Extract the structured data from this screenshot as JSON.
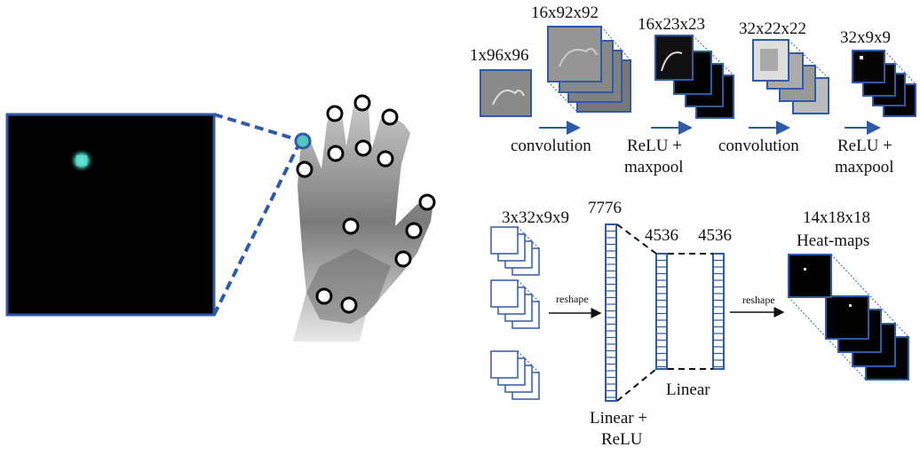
{
  "top_row": {
    "dims": [
      "1x96x96",
      "16x92x92",
      "16x23x23",
      "32x22x22",
      "32x9x9"
    ],
    "ops": [
      "convolution",
      "ReLU +",
      "maxpool",
      "convolution",
      "ReLU +",
      "maxpool"
    ]
  },
  "bottom_row": {
    "input_dim": "3x32x9x9",
    "fc_sizes": [
      "7776",
      "4536",
      "4536"
    ],
    "reshape_in": "reshape",
    "reshape_out": "reshape",
    "linear_relu_1": "Linear +",
    "linear_relu_2": "ReLU",
    "linear": "Linear",
    "output_dim": "14x18x18",
    "output_name": "Heat-maps"
  },
  "colors": {
    "accent": "#2e5aa8",
    "box_fill": "#ffffff",
    "heatmap_bg": "#000000",
    "heatmap_spot": "#4fd6c6"
  }
}
